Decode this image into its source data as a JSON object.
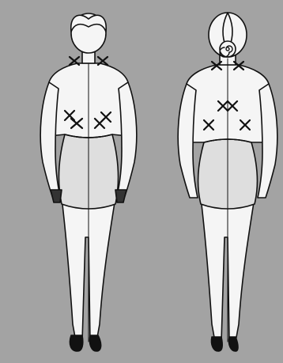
{
  "illustration": {
    "figures": [
      {
        "view": "front",
        "marks": 6
      },
      {
        "view": "back",
        "marks": 6
      }
    ],
    "colors": {
      "background": "#a3a3a3",
      "figure_fill": "#f5f5f5",
      "skirt_shading": "#dcdcdc",
      "ink": "#111111"
    }
  }
}
